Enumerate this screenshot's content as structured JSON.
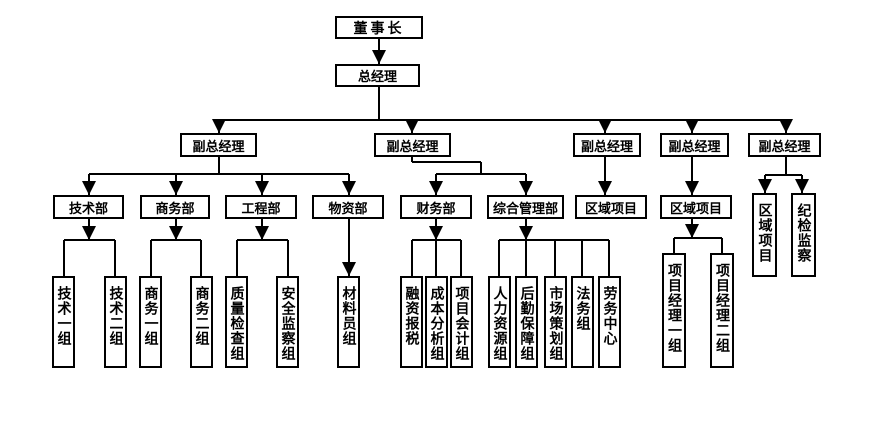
{
  "root": {
    "label": "董事长"
  },
  "gm": {
    "label": "总经理"
  },
  "branches": [
    {
      "label": "副总经理",
      "children": [
        {
          "label": "技术部",
          "children": [
            "技术一组",
            "技术二组"
          ]
        },
        {
          "label": "商务部",
          "children": [
            "商务一组",
            "商务二组"
          ]
        },
        {
          "label": "工程部",
          "children": [
            "质量检查组",
            "安全监察组"
          ]
        },
        {
          "label": "物资部",
          "children": [
            "材料员组"
          ]
        }
      ]
    },
    {
      "label": "副总经理",
      "children": [
        {
          "label": "财务部",
          "children": [
            "融资报税",
            "成本分析组",
            "项目会计组"
          ]
        },
        {
          "label": "综合管理部",
          "children": [
            "人力资源组",
            "后勤保障组",
            "市场策划组",
            "法务组",
            "劳务中心"
          ]
        }
      ]
    },
    {
      "label": "副总经理",
      "children": [
        {
          "label": "区域项目",
          "children": []
        }
      ]
    },
    {
      "label": "副总经理",
      "children": [
        {
          "label": "区域项目",
          "children": [
            "项目经理一组",
            "项目经理二组"
          ]
        }
      ]
    },
    {
      "label": "副总经理",
      "children": [
        {
          "label": "区域项目",
          "children": [],
          "vertical": true
        },
        {
          "label": "纪检监察",
          "children": [],
          "vertical": true
        }
      ]
    }
  ]
}
